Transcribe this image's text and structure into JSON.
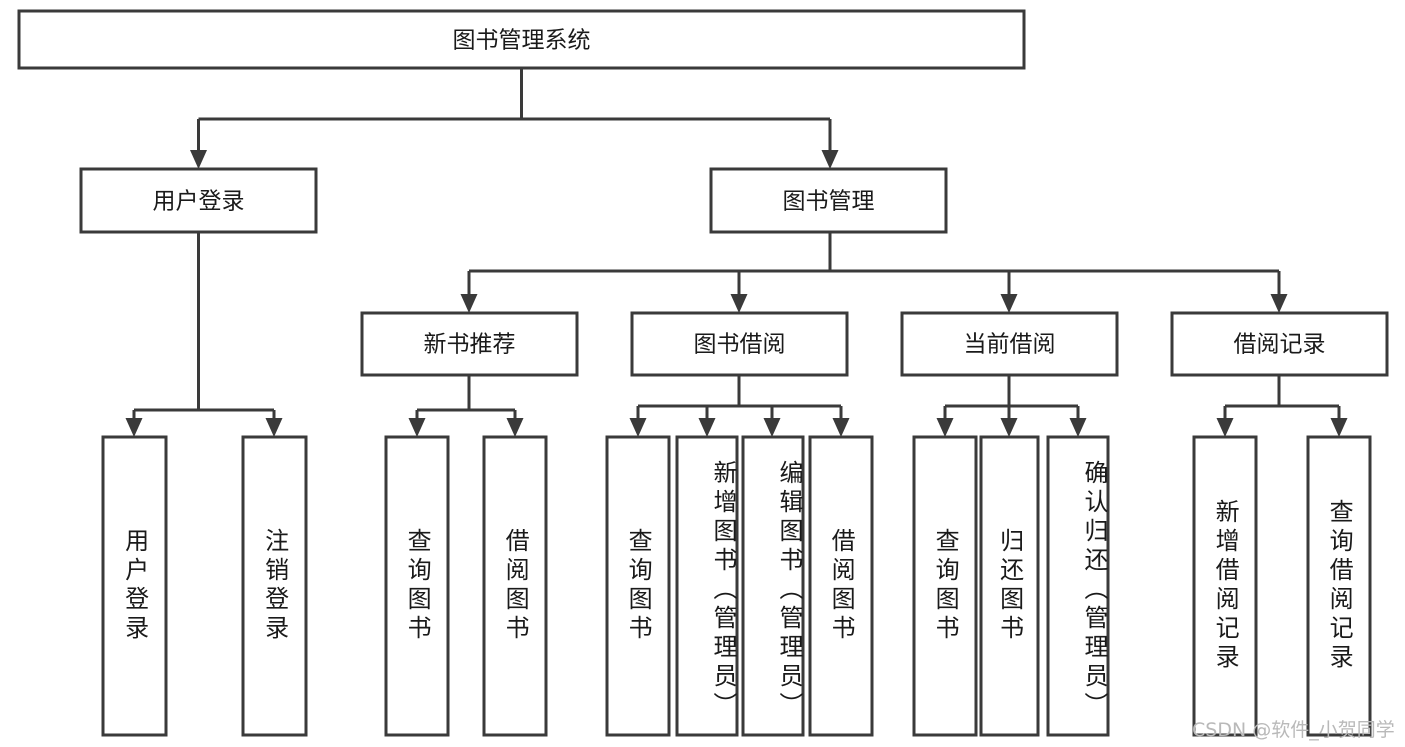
{
  "diagram": {
    "type": "tree",
    "title": "图书管理系统",
    "root": {
      "id": "root",
      "label": "图书管理系统"
    },
    "level2": [
      {
        "id": "user-login",
        "label": "用户登录"
      },
      {
        "id": "book-manage",
        "label": "图书管理"
      }
    ],
    "level3": [
      {
        "id": "new-book-recommend",
        "label": "新书推荐"
      },
      {
        "id": "book-borrow",
        "label": "图书借阅"
      },
      {
        "id": "current-borrow",
        "label": "当前借阅"
      },
      {
        "id": "borrow-record",
        "label": "借阅记录"
      }
    ],
    "leaves": {
      "user_login": [
        {
          "id": "leaf-user-login",
          "label": "用户登录"
        },
        {
          "id": "leaf-logout",
          "label": "注销登录"
        }
      ],
      "new_book_recommend": [
        {
          "id": "leaf-query-book-1",
          "label": "查询图书"
        },
        {
          "id": "leaf-borrow-book-1",
          "label": "借阅图书"
        }
      ],
      "book_borrow": [
        {
          "id": "leaf-query-book-2",
          "label": "查询图书"
        },
        {
          "id": "leaf-add-book",
          "label": "新增图书（管理员）"
        },
        {
          "id": "leaf-edit-book",
          "label": "编辑图书（管理员）"
        },
        {
          "id": "leaf-borrow-book-2",
          "label": "借阅图书"
        }
      ],
      "current_borrow": [
        {
          "id": "leaf-query-book-3",
          "label": "查询图书"
        },
        {
          "id": "leaf-return-book",
          "label": "归还图书"
        },
        {
          "id": "leaf-confirm-return",
          "label": "确认归还（管理员）"
        }
      ],
      "borrow_record": [
        {
          "id": "leaf-add-record",
          "label": "新增借阅记录"
        },
        {
          "id": "leaf-query-record",
          "label": "查询借阅记录"
        }
      ]
    }
  },
  "watermark": {
    "text": "CSDN @软件_小贺同学"
  },
  "colors": {
    "box_stroke": "#3a3a3a",
    "box_fill": "#ffffff",
    "text": "#1a1a1a",
    "background": "#ffffff",
    "watermark": "#b9b9b9"
  }
}
